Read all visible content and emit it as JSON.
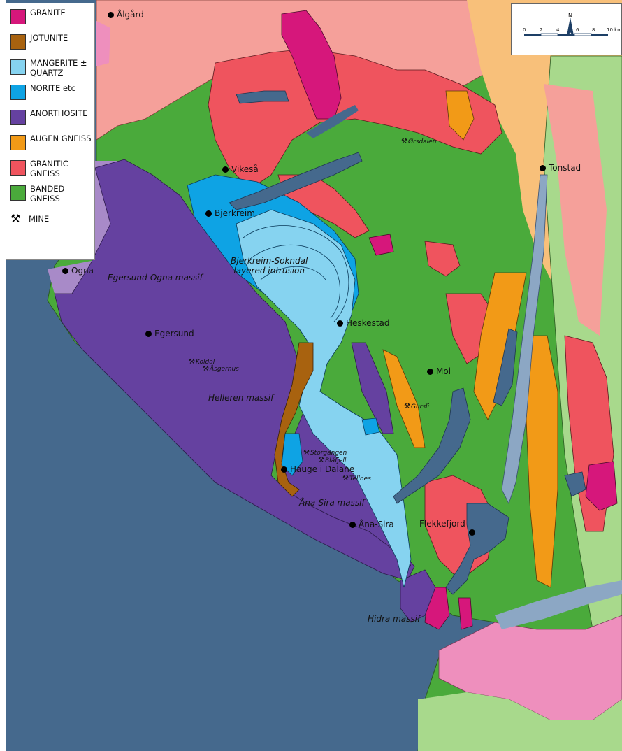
{
  "legend": {
    "items": [
      {
        "label": "GRANITE",
        "color": "#d6177b"
      },
      {
        "label": "JOTUNITE",
        "color": "#a8620f"
      },
      {
        "label": "MANGERITE ±\nQUARTZ",
        "color": "#86d3f0"
      },
      {
        "label": "NORITE etc",
        "color": "#0ea3e4"
      },
      {
        "label": "ANORTHOSITE",
        "color": "#6541a0"
      },
      {
        "label": "AUGEN GNEISS",
        "color": "#f29a17"
      },
      {
        "label": "GRANITIC\nGNEISS",
        "color": "#ef545e"
      },
      {
        "label": "BANDED GNEISS",
        "color": "#4aaa3b"
      }
    ],
    "mine_label": "MINE",
    "mine_icon": "crossed-hammers-icon"
  },
  "scale": {
    "ticks": [
      "0",
      "2",
      "4",
      "6",
      "8",
      "10 km"
    ],
    "north": "N"
  },
  "places": [
    {
      "name": "Ålgård"
    },
    {
      "name": "Vikeså"
    },
    {
      "name": "Bjerkreim"
    },
    {
      "name": "Ogna"
    },
    {
      "name": "Egersund"
    },
    {
      "name": "Heskestad"
    },
    {
      "name": "Moi"
    },
    {
      "name": "Tonstad"
    },
    {
      "name": "Hauge i Dalane"
    },
    {
      "name": "Åna-Sira"
    },
    {
      "name": "Flekkefjord"
    }
  ],
  "massifs": {
    "egersund_ogna": "Egersund-Ogna massif",
    "bjerkreim_l1": "Bjerkreim-Sokndal",
    "bjerkreim_l2": "layered intrusion",
    "helleren": "Helleren massif",
    "ana_sira": "Åna-Sira massif",
    "hidra": "Hidra massif"
  },
  "mines": [
    {
      "name": "Ørsdalen"
    },
    {
      "name": "Koldal"
    },
    {
      "name": "Åsgerhus"
    },
    {
      "name": "Gursli"
    },
    {
      "name": "Storgangen"
    },
    {
      "name": "Blåfjell"
    },
    {
      "name": "Tellnes"
    }
  ],
  "colors": {
    "sea": "#45698d",
    "banded_gneiss": "#4aaa3b",
    "light_green": "#a8d98c",
    "salmon": "#f5a09a",
    "pink": "#ee8fbd",
    "lilac": "#a88ac8",
    "pale_orange": "#f8c07a",
    "lake": "#8ca7c4"
  }
}
